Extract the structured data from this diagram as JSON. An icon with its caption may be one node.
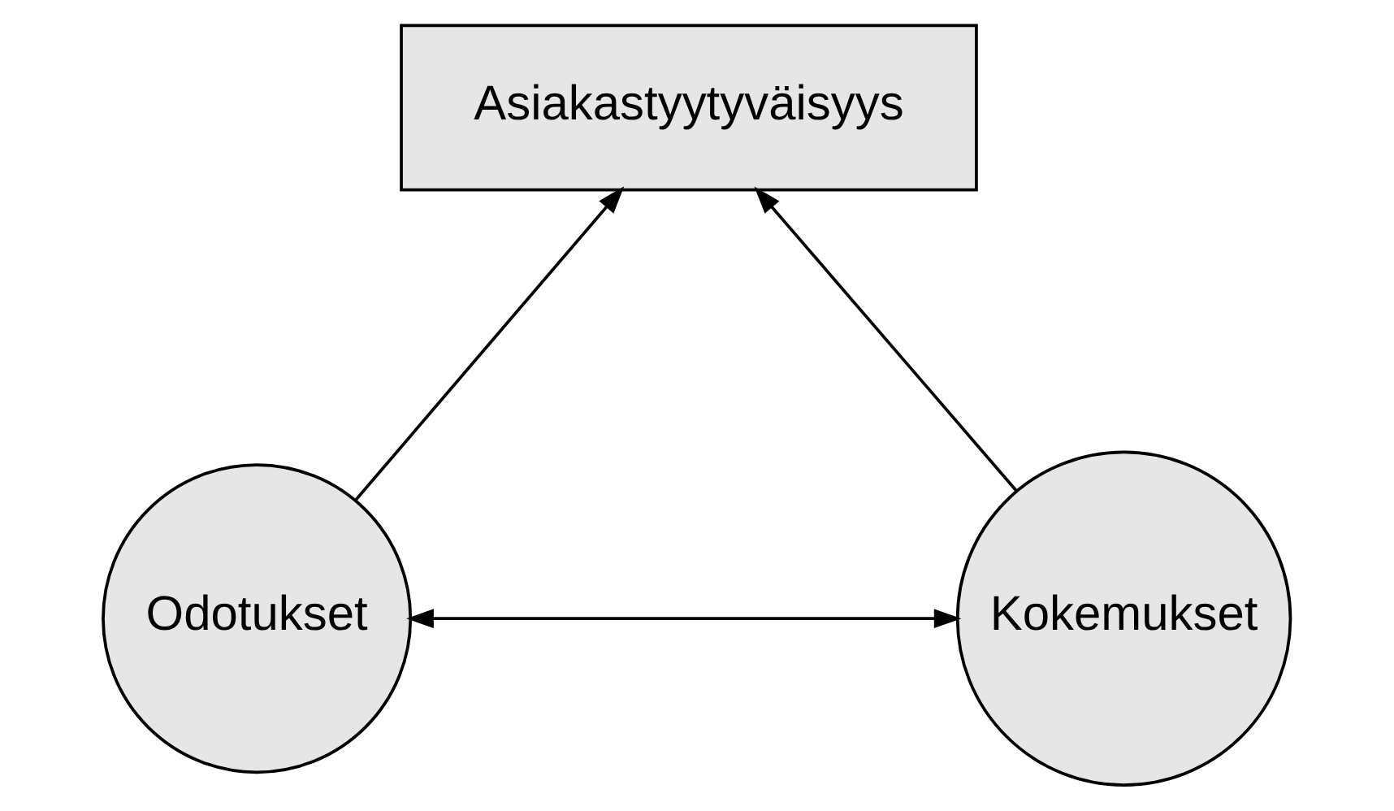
{
  "diagram": {
    "nodes": [
      {
        "text": [
          "Asiakastyytyväisyys"
        ]
      },
      {
        "text": [
          "Odotukset"
        ]
      },
      {
        "text": [
          "Kokemukset"
        ]
      }
    ],
    "edges": [
      {
        "from": 1,
        "to": 2,
        "arrow": "both"
      },
      {
        "from": 1,
        "to": 0,
        "arrow": "to"
      },
      {
        "from": 2,
        "to": 0,
        "arrow": "to"
      }
    ]
  }
}
